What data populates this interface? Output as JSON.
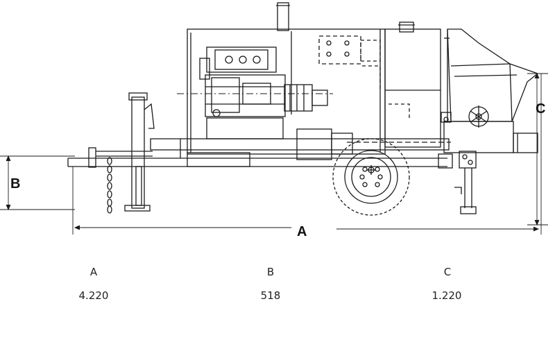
{
  "drawing": {
    "dimension_labels": {
      "a": "A",
      "b": "B",
      "c": "C"
    }
  },
  "dimension_table": {
    "headers": [
      "A",
      "B",
      "C"
    ],
    "values": [
      "4.220",
      "518",
      "1.220"
    ]
  }
}
